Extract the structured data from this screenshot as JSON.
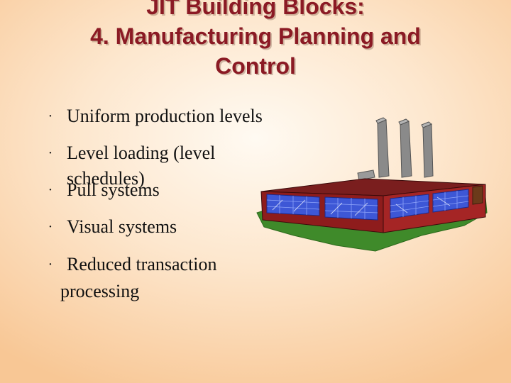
{
  "slide": {
    "title_lines": [
      "JIT Building Blocks:",
      "4. Manufacturing Planning and",
      "Control"
    ],
    "bullet_symbol": "·",
    "bullets": [
      "Uniform production levels",
      "Level loading (level schedules)",
      "Pull systems",
      "Visual systems"
    ],
    "last_bullet": {
      "line1": "Reduced transaction",
      "line2": "processing"
    },
    "illustration": "factory-clipart-icon",
    "colors": {
      "title": "#8b1a24",
      "text": "#111111",
      "background_center": "#fffaf2",
      "background_edge": "#f8c795"
    }
  }
}
